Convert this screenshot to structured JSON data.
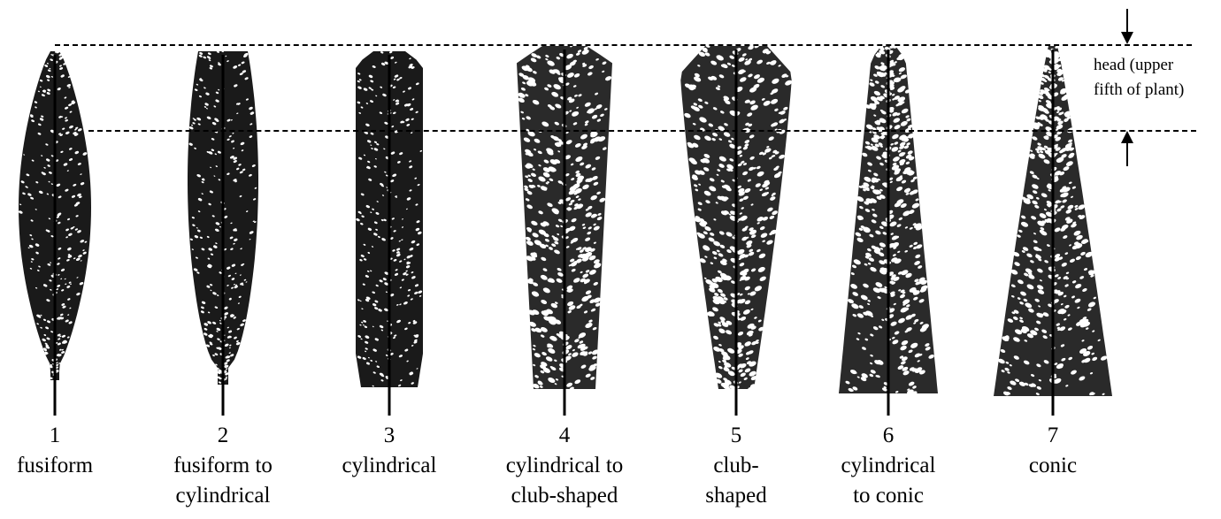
{
  "annotation": {
    "head_label_line1": "head (upper",
    "head_label_line2": "fifth of plant)"
  },
  "plants": [
    {
      "number": "1",
      "name_line1": "fusiform",
      "name_line2": ""
    },
    {
      "number": "2",
      "name_line1": "fusiform to",
      "name_line2": "cylindrical"
    },
    {
      "number": "3",
      "name_line1": "cylindrical",
      "name_line2": ""
    },
    {
      "number": "4",
      "name_line1": "cylindrical to",
      "name_line2": "club-shaped"
    },
    {
      "number": "5",
      "name_line1": "club-",
      "name_line2": "shaped"
    },
    {
      "number": "6",
      "name_line1": "cylindrical",
      "name_line2": "to conic"
    },
    {
      "number": "7",
      "name_line1": "conic",
      "name_line2": ""
    }
  ],
  "colors": {
    "ink": "#000000",
    "paper": "#ffffff"
  }
}
